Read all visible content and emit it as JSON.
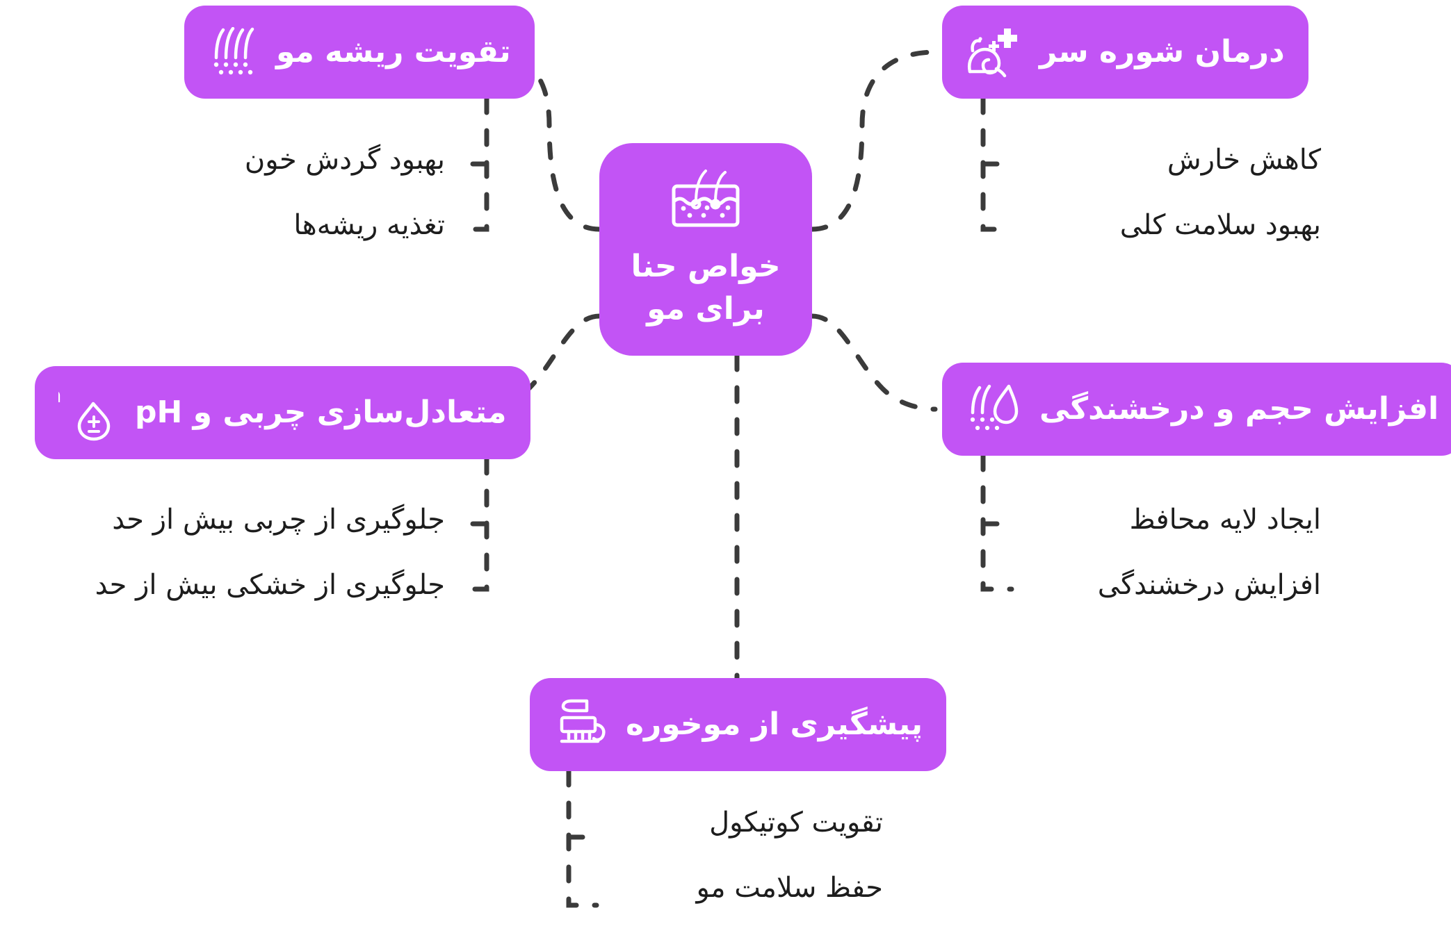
{
  "theme": {
    "node_fill": "#c254f5",
    "node_text": "#ffffff",
    "connector": "#3b3b3b",
    "sub_text": "#1d1d1d",
    "background": "#ffffff"
  },
  "central": {
    "label": "خواص حنا\nبرای مو",
    "icon": "skin-hair-follicle-icon"
  },
  "branches": [
    {
      "id": "hair-root-strengthening",
      "label": "تقویت ریشه مو",
      "icon": "hair-follicle-icon",
      "children": [
        "بهبود گردش خون",
        "تغذیه ریشه‌ها"
      ]
    },
    {
      "id": "dandruff-treatment",
      "label": "درمان شوره سر",
      "icon": "snail-medical-cross-icon",
      "children": [
        "کاهش خارش",
        "بهبود سلامت کلی"
      ]
    },
    {
      "id": "ph-oil-balancing",
      "label": "متعادل‌سازی چربی و pH",
      "icon": "rh-droplet-plusminus-icon",
      "children": [
        "جلوگیری از چربی بیش از حد",
        "جلوگیری از خشکی بیش از حد"
      ]
    },
    {
      "id": "volume-shine",
      "label": "افزایش حجم و درخشندگی",
      "icon": "hair-shine-droplet-icon",
      "children": [
        "ایجاد لایه محافظ",
        "افزایش درخشندگی"
      ]
    },
    {
      "id": "split-ends-prevention",
      "label": "پیشگیری از موخوره",
      "icon": "hair-brush-icon",
      "children": [
        "تقویت کوتیکول",
        "حفظ سلامت مو"
      ]
    }
  ]
}
